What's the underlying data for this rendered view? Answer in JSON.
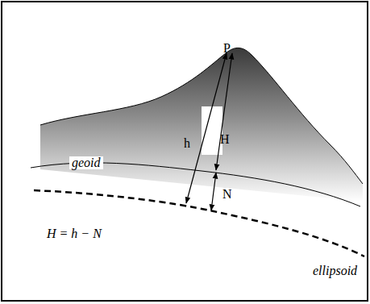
{
  "diagram": {
    "labels": [
      "P",
      "H",
      "h",
      "geoid",
      "N",
      "H = h − N",
      "ellipsoid"
    ]
  }
}
